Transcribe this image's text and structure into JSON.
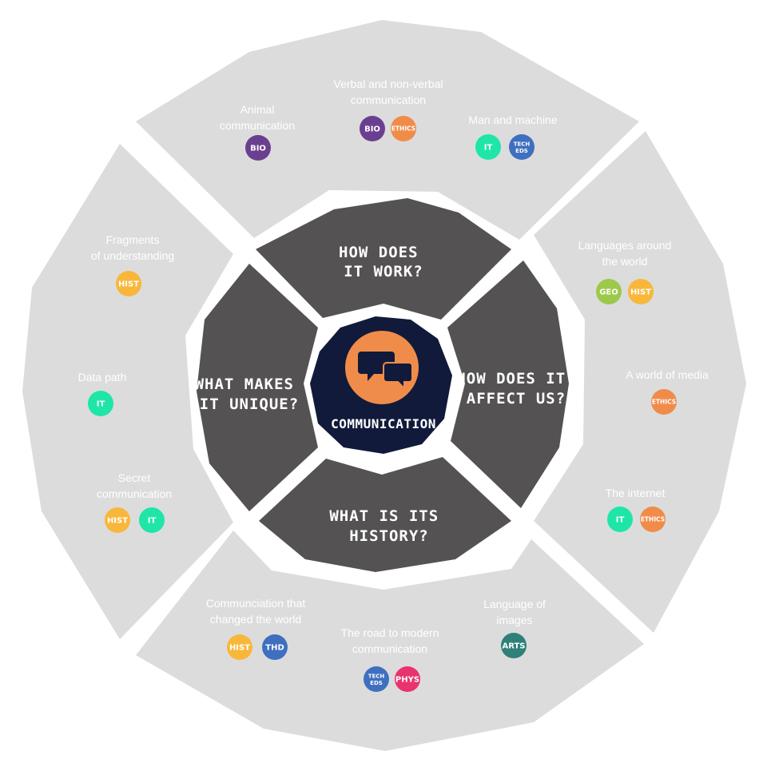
{
  "hub": {
    "title": "COMMUNICATION",
    "icon": "speech-bubbles-icon"
  },
  "questions": {
    "top": [
      "HOW DOES",
      "IT WORK?"
    ],
    "right": [
      "HOW DOES IT",
      "AFFECT US?"
    ],
    "bottom": [
      "WHAT IS ITS",
      "HISTORY?"
    ],
    "left": [
      "WHAT MAKES",
      "IT UNIQUE?"
    ]
  },
  "colors": {
    "outer_ring": "#dcdcdc",
    "inner_segments": "#545252",
    "hub": "#111a3a",
    "hub_circle": "#f08c4a",
    "BIO": "#6b3f8f",
    "ETHICS": "#f08c4a",
    "IT": "#1fe6a8",
    "TECH EDS": "#3f6fbf",
    "HIST": "#f8b73a",
    "GEO": "#9cc94a",
    "THD": "#3f6fbf",
    "PHYS": "#e8336e",
    "ARTS": "#2e8079"
  },
  "topics": [
    {
      "id": "animal-communication",
      "label": [
        "Animal",
        "communication"
      ],
      "badges": [
        "BIO"
      ]
    },
    {
      "id": "verbal-nonverbal",
      "label": [
        "Verbal and non-verbal",
        "communication"
      ],
      "badges": [
        "BIO",
        "ETHICS"
      ]
    },
    {
      "id": "man-and-machine",
      "label": [
        "Man and machine"
      ],
      "badges": [
        "IT",
        "TECH EDS"
      ]
    },
    {
      "id": "languages-around-world",
      "label": [
        "Languages around",
        "the world"
      ],
      "badges": [
        "GEO",
        "HIST"
      ]
    },
    {
      "id": "world-of-media",
      "label": [
        "A world of media"
      ],
      "badges": [
        "ETHICS"
      ]
    },
    {
      "id": "the-internet",
      "label": [
        "The internet"
      ],
      "badges": [
        "IT",
        "ETHICS"
      ]
    },
    {
      "id": "language-of-images",
      "label": [
        "Language of",
        "images"
      ],
      "badges": [
        "ARTS"
      ]
    },
    {
      "id": "road-to-modern",
      "label": [
        "The road to modern",
        "communication"
      ],
      "badges": [
        "TECH EDS",
        "PHYS"
      ]
    },
    {
      "id": "changed-the-world",
      "label": [
        "Communciation that",
        "changed the world"
      ],
      "badges": [
        "HIST",
        "THD"
      ]
    },
    {
      "id": "secret-communication",
      "label": [
        "Secret",
        "communication"
      ],
      "badges": [
        "HIST",
        "IT"
      ]
    },
    {
      "id": "data-path",
      "label": [
        "Data path"
      ],
      "badges": [
        "IT"
      ]
    },
    {
      "id": "fragments",
      "label": [
        "Fragments",
        "of understanding"
      ],
      "badges": [
        "HIST"
      ]
    }
  ]
}
